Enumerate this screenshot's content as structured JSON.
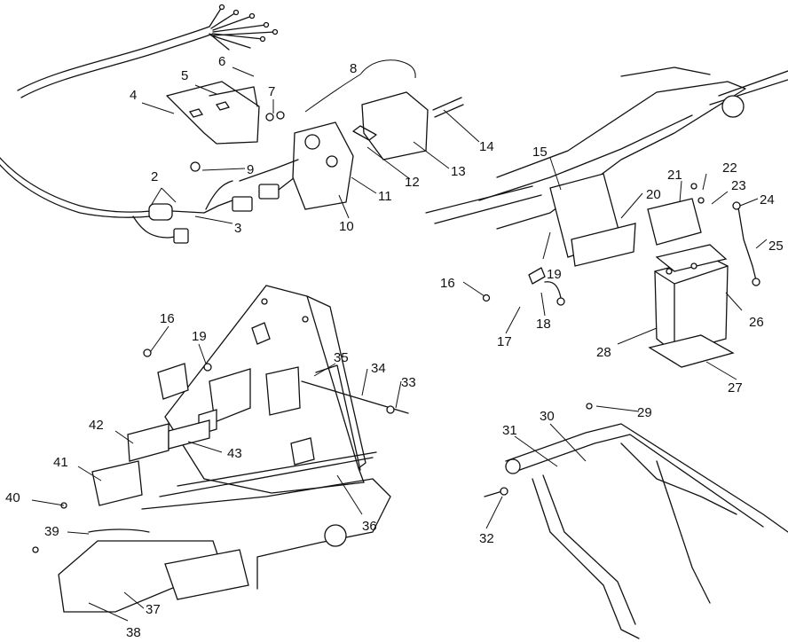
{
  "callouts": [
    {
      "id": "c2",
      "text": "2"
    },
    {
      "id": "c3",
      "text": "3"
    },
    {
      "id": "c4",
      "text": "4"
    },
    {
      "id": "c5",
      "text": "5"
    },
    {
      "id": "c6",
      "text": "6"
    },
    {
      "id": "c7",
      "text": "7"
    },
    {
      "id": "c8",
      "text": "8"
    },
    {
      "id": "c9",
      "text": "9"
    },
    {
      "id": "c10",
      "text": "10"
    },
    {
      "id": "c11",
      "text": "11"
    },
    {
      "id": "c12",
      "text": "12"
    },
    {
      "id": "c13",
      "text": "13"
    },
    {
      "id": "c14",
      "text": "14"
    },
    {
      "id": "c15",
      "text": "15"
    },
    {
      "id": "c16a",
      "text": "16"
    },
    {
      "id": "c16b",
      "text": "16"
    },
    {
      "id": "c17",
      "text": "17"
    },
    {
      "id": "c18",
      "text": "18"
    },
    {
      "id": "c19a",
      "text": "19"
    },
    {
      "id": "c19b",
      "text": "19"
    },
    {
      "id": "c20",
      "text": "20"
    },
    {
      "id": "c21",
      "text": "21"
    },
    {
      "id": "c22",
      "text": "22"
    },
    {
      "id": "c23",
      "text": "23"
    },
    {
      "id": "c24",
      "text": "24"
    },
    {
      "id": "c25",
      "text": "25"
    },
    {
      "id": "c26",
      "text": "26"
    },
    {
      "id": "c27",
      "text": "27"
    },
    {
      "id": "c28",
      "text": "28"
    },
    {
      "id": "c29",
      "text": "29"
    },
    {
      "id": "c30",
      "text": "30"
    },
    {
      "id": "c31",
      "text": "31"
    },
    {
      "id": "c32",
      "text": "32"
    },
    {
      "id": "c33",
      "text": "33"
    },
    {
      "id": "c34",
      "text": "34"
    },
    {
      "id": "c35",
      "text": "35"
    },
    {
      "id": "c36",
      "text": "36"
    },
    {
      "id": "c37",
      "text": "37"
    },
    {
      "id": "c38",
      "text": "38"
    },
    {
      "id": "c39",
      "text": "39"
    },
    {
      "id": "c40",
      "text": "40"
    },
    {
      "id": "c41",
      "text": "41"
    },
    {
      "id": "c42",
      "text": "42"
    },
    {
      "id": "c43",
      "text": "43"
    }
  ]
}
